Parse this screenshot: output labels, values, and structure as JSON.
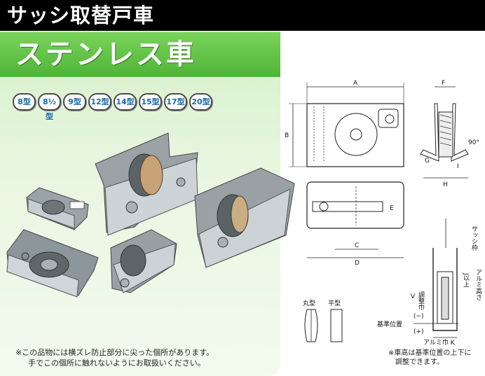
{
  "header": {
    "title": "サッシ取替戸車"
  },
  "subtitle": "ステンレス車",
  "types": [
    "8型",
    "8½型",
    "9型",
    "12型",
    "14型",
    "15型",
    "17型",
    "20型"
  ],
  "notes": {
    "left_line1": "※この品物には横ズレ防止部分に尖った個所があります。",
    "left_line2": "手でこの個所に触れないようにお取扱いください。",
    "right_line1": "※車高は基準位置の上下に",
    "right_line2": "調整できます。"
  },
  "diagram": {
    "labels": {
      "A": "A",
      "B": "B",
      "C": "C",
      "D": "D",
      "E": "E",
      "F": "F",
      "G": "G",
      "H": "H",
      "I": "I",
      "angle": "90°",
      "maru": "丸型",
      "hira": "平型",
      "chosei": "調整巾",
      "V": "V",
      "minus": "(−)",
      "plus": "(+)",
      "kijun": "基準位置",
      "sash_frame": "サッシ枠",
      "alumi_height": "アルミ高さ",
      "J_ijo": "J以上",
      "alumi_width": "アルミ巾 K"
    }
  }
}
